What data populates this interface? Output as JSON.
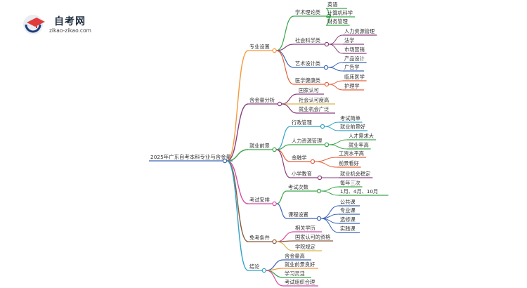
{
  "logo": {
    "title": "自考网",
    "subtitle": "zikao-zikao.com"
  },
  "mindmap": {
    "root": "2025年广东自考本科专业与含金量",
    "branches": [
      {
        "label": "专业设置",
        "color": "#f39a3b",
        "children": [
          {
            "label": "学术理论类",
            "color": "#3aa64a",
            "children": [
              "英语",
              "计算机科学",
              "财务管理"
            ]
          },
          {
            "label": "社会科学类",
            "color": "#8b3f7d",
            "children": [
              "人力资源管理",
              "法学",
              "市场营销"
            ]
          },
          {
            "label": "艺术设计类",
            "color": "#3b63b5",
            "children": [
              "产品设计",
              "广告学"
            ]
          },
          {
            "label": "医学健康类",
            "color": "#e3603a",
            "children": [
              "临床医学",
              "护理学"
            ]
          }
        ]
      },
      {
        "label": "含金量分析",
        "color": "#8b3f7d",
        "children": [
          {
            "label": "国家认可",
            "color": "#8b3f7d",
            "children": []
          },
          {
            "label": "社会认可度高",
            "color": "#d9b84a",
            "children": []
          },
          {
            "label": "就业机会广泛",
            "color": "#8b3f7d",
            "children": []
          }
        ]
      },
      {
        "label": "就业前景",
        "color": "#3aa64a",
        "children": [
          {
            "label": "行政管理",
            "color": "#2fa3c5",
            "children": [
              "考试简单",
              "就业前景好"
            ]
          },
          {
            "label": "人力资源管理",
            "color": "#3aa64a",
            "children": [
              "人才需求大",
              "就业率高"
            ]
          },
          {
            "label": "金融学",
            "color": "#e3603a",
            "children": [
              "工资水平高",
              "前景看好"
            ]
          },
          {
            "label": "小学教育",
            "color": "#8b3f7d",
            "children": [
              "就业机会稳定"
            ]
          }
        ]
      },
      {
        "label": "考试安排",
        "color": "#d44ba6",
        "children": [
          {
            "label": "考试次数",
            "color": "#3aa64a",
            "children": [
              "每年三次",
              "1月、4月、10月"
            ]
          },
          {
            "label": "课程设置",
            "color": "#3b63b5",
            "children": [
              "公共课",
              "专业课",
              "选修课",
              "实践课"
            ]
          }
        ]
      },
      {
        "label": "免考条件",
        "color": "#8a5a3c",
        "children": [
          {
            "label": "相关学历",
            "color": "#d44ba6",
            "children": []
          },
          {
            "label": "国家认可的资格",
            "color": "#8a5a3c",
            "children": []
          },
          {
            "label": "学院规定",
            "color": "#d9b84a",
            "children": []
          }
        ]
      },
      {
        "label": "结论",
        "color": "#2fa3c5",
        "children": [
          {
            "label": "含金量高",
            "color": "#3b63b5",
            "children": []
          },
          {
            "label": "就业前景良好",
            "color": "#f39a3b",
            "children": []
          },
          {
            "label": "学习灵活",
            "color": "#3aa64a",
            "children": []
          },
          {
            "label": "考试组织合理",
            "color": "#d44ba6",
            "children": []
          }
        ]
      }
    ]
  }
}
